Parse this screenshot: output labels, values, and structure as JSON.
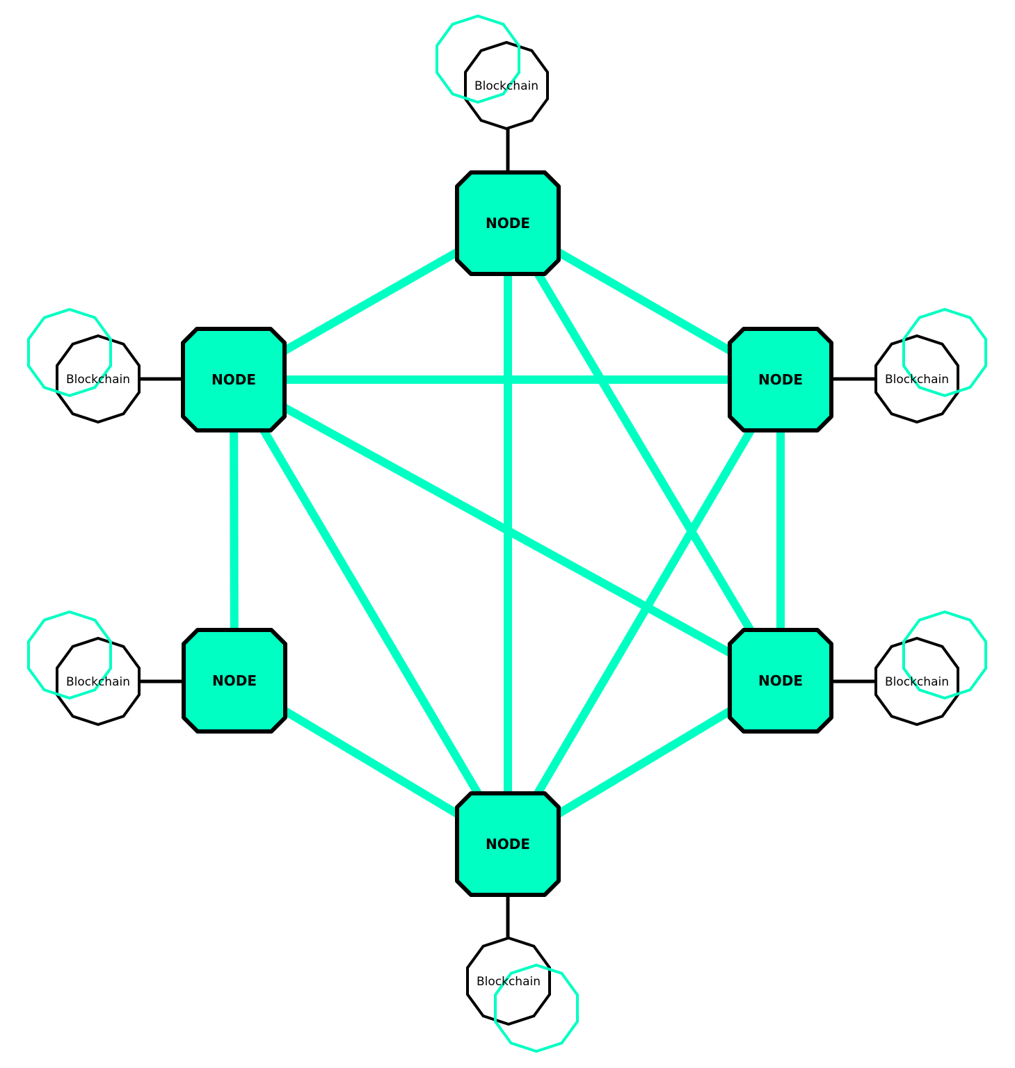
{
  "colors": {
    "accent": "#00FFC2",
    "stroke": "#000000",
    "background": "#FFFFFF"
  },
  "nodes": [
    {
      "id": "top",
      "label": "NODE",
      "blockchain": "Blockchain"
    },
    {
      "id": "left-top",
      "label": "NODE",
      "blockchain": "Blockchain"
    },
    {
      "id": "right-top",
      "label": "NODE",
      "blockchain": "Blockchain"
    },
    {
      "id": "left-bottom",
      "label": "NODE",
      "blockchain": "Blockchain"
    },
    {
      "id": "right-bottom",
      "label": "NODE",
      "blockchain": "Blockchain"
    },
    {
      "id": "bottom",
      "label": "NODE",
      "blockchain": "Blockchain"
    }
  ],
  "edges": [
    [
      "top",
      "left-top"
    ],
    [
      "top",
      "right-top"
    ],
    [
      "top",
      "bottom"
    ],
    [
      "top",
      "right-bottom"
    ],
    [
      "left-top",
      "right-top"
    ],
    [
      "left-top",
      "left-bottom"
    ],
    [
      "left-top",
      "bottom"
    ],
    [
      "left-top",
      "right-bottom"
    ],
    [
      "right-top",
      "bottom"
    ],
    [
      "right-top",
      "right-bottom"
    ],
    [
      "left-bottom",
      "bottom"
    ],
    [
      "right-bottom",
      "bottom"
    ]
  ]
}
